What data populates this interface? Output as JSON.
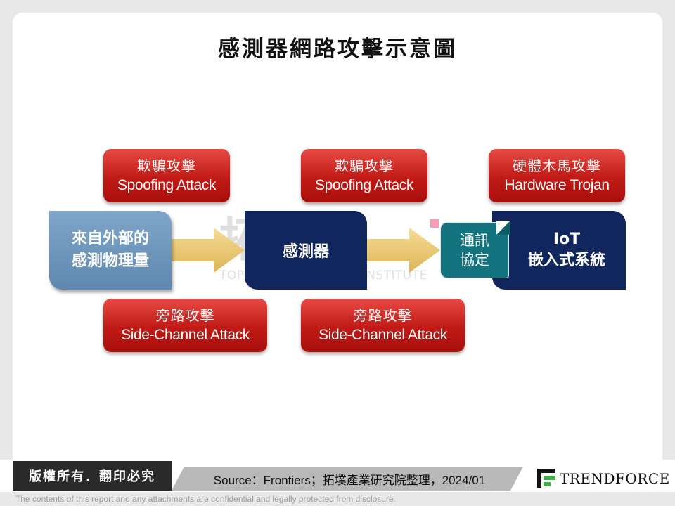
{
  "title": "感測器網路攻擊示意圖",
  "attacks": {
    "top_left": {
      "zh": "欺騙攻擊",
      "en": "Spoofing Attack"
    },
    "top_middle": {
      "zh": "欺騙攻擊",
      "en": "Spoofing Attack"
    },
    "top_right": {
      "zh": "硬體木馬攻擊",
      "en": "Hardware Trojan"
    },
    "bottom_left": {
      "zh": "旁路攻擊",
      "en": "Side-Channel Attack"
    },
    "bottom_middle": {
      "zh": "旁路攻擊",
      "en": "Side-Channel Attack"
    }
  },
  "nodes": {
    "source": {
      "line1": "來自外部的",
      "line2": "感測物理量"
    },
    "sensor": {
      "label": "感測器"
    },
    "protocol": {
      "line1": "通訊",
      "line2": "協定"
    },
    "iot": {
      "line1": "IoT",
      "line2": "嵌入式系統"
    }
  },
  "watermark": {
    "big": "拓墣T",
    "small": "TOPOLOGY RESEARCH INSTITUTE"
  },
  "footer": {
    "copyright": "版權所有．翻印必究",
    "source": "Source：Frontiers；拓墣產業研究院整理，2024/01",
    "logo": "TRENDFORCE",
    "disclaimer": "The contents of this report and any attachments are confidential and legally protected from disclosure."
  },
  "colors": {
    "attack_red": "#c01a16",
    "node_navy": "#10265c",
    "node_blue": "#6b93b8",
    "protocol_teal": "#137480",
    "arrow_gold": "#e8c46a"
  }
}
